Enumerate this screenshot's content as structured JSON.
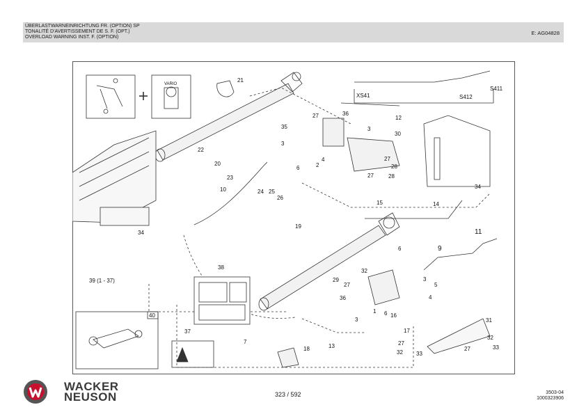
{
  "header": {
    "title_de": "ÜBERLASTWARNEINRICHTUNG FR. (OPTION) SP",
    "title_fr": "TONALITÉ D'AVERTISSEMENT DE S. F. (OPT.)",
    "title_en": "OVERLOAD WARNING INST. F. (OPTION)",
    "code": "E: AG04828"
  },
  "callouts": {
    "c1": "1",
    "c2": "2",
    "c3a": "3",
    "c3b": "3",
    "c3c": "3",
    "c3d": "3",
    "c4a": "4",
    "c4b": "4",
    "c5": "5",
    "c6a": "6",
    "c6b": "6",
    "c6c": "6",
    "c7": "7",
    "c9": "9",
    "c10": "10",
    "c11": "11",
    "c12": "12",
    "c13": "13",
    "c14": "14",
    "c15": "15",
    "c16": "16",
    "c17": "17",
    "c18": "18",
    "c19": "19",
    "c20": "20",
    "c21": "21",
    "c22": "22",
    "c23": "23",
    "c24": "24",
    "c25": "25",
    "c26": "26",
    "c27a": "27",
    "c27b": "27",
    "c27c": "27",
    "c27d": "27",
    "c27e": "27",
    "c27f": "27",
    "c28a": "28",
    "c28b": "28",
    "c29": "29",
    "c30": "30",
    "c31": "31",
    "c32a": "32",
    "c32b": "32",
    "c32c": "32",
    "c33a": "33",
    "c33b": "33",
    "c34a": "34",
    "c34b": "34",
    "c35": "35",
    "c36a": "36",
    "c36b": "36",
    "c37": "37",
    "c38": "38",
    "c39": "39 (1 - 37)",
    "c40": "40",
    "xs41": "XS41",
    "s412": "S412",
    "s411": "S411",
    "vario": "VARIO"
  },
  "footer": {
    "brand_line1": "WACKER",
    "brand_line2": "NEUSON",
    "page": "323 / 592",
    "doc_line1": "3503-04",
    "doc_line2": "1000323906"
  }
}
